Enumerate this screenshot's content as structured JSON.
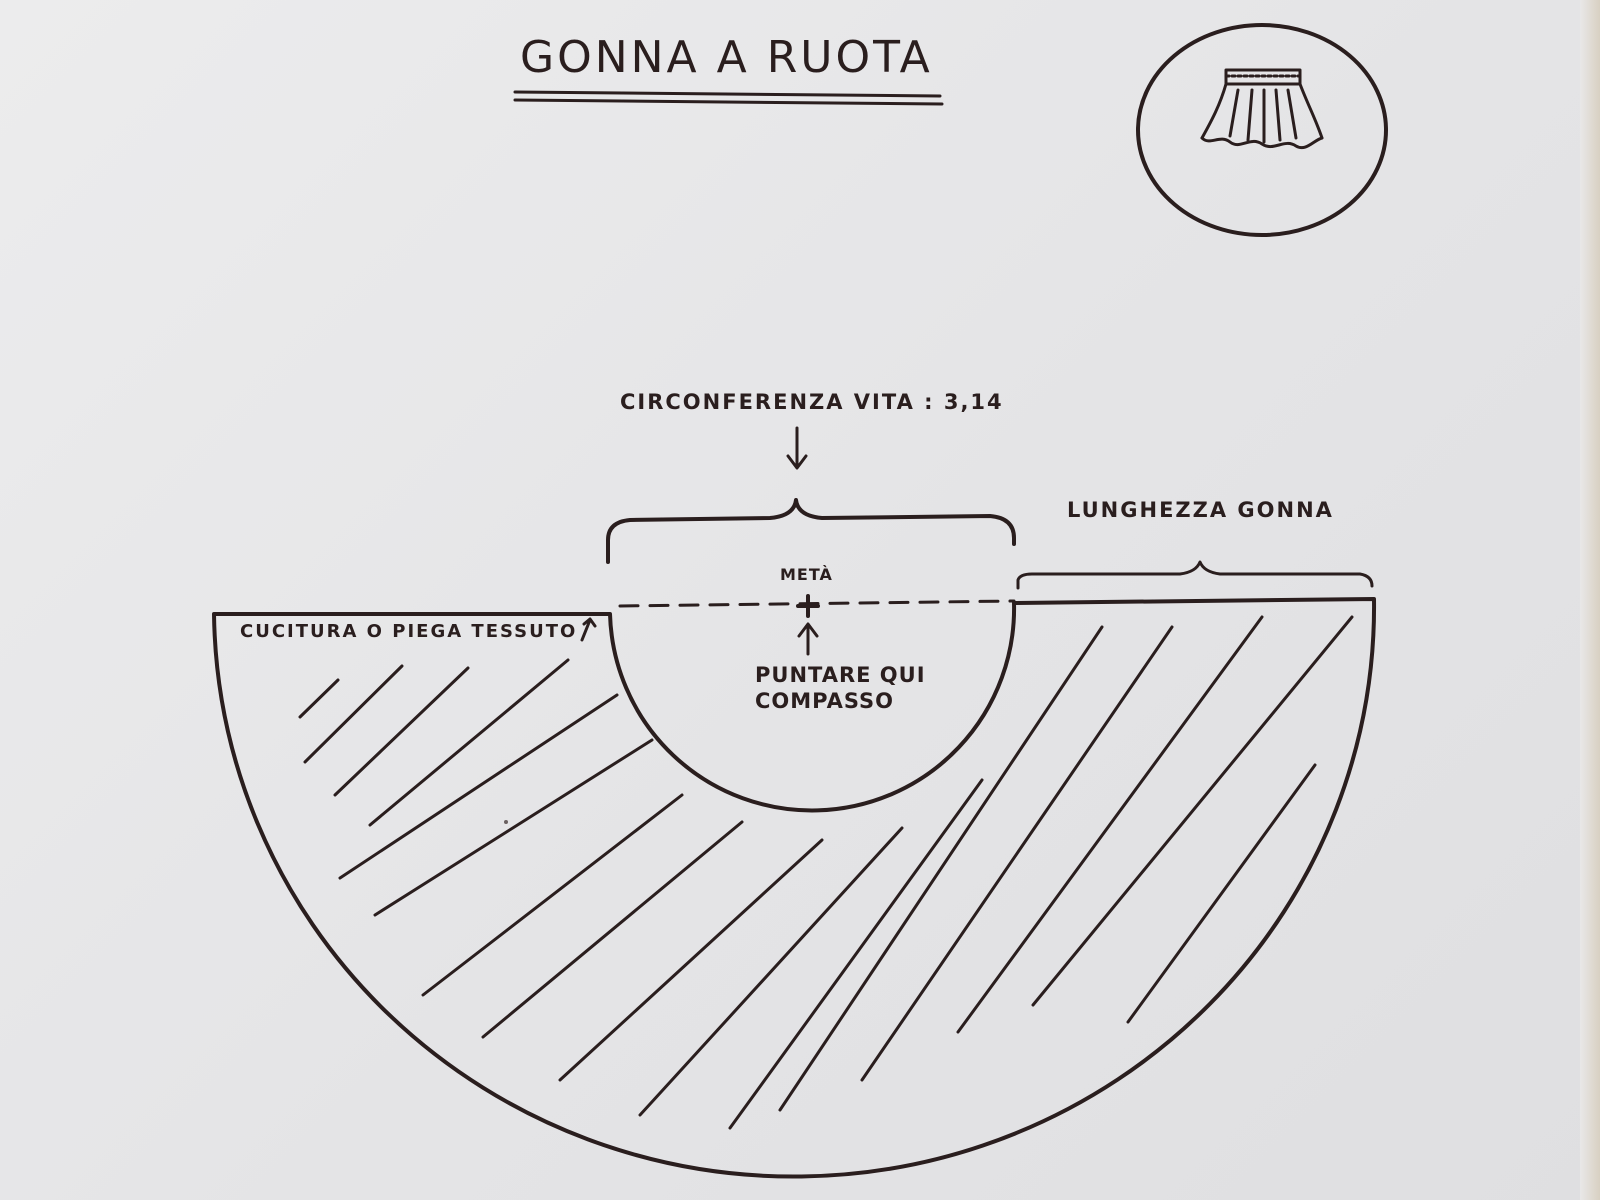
{
  "title": "GONNA A RUOTA",
  "labels": {
    "waist": "CIRCONFERENZA VITA : 3,14",
    "length": "LUNGHEZZA GONNA",
    "half": "METÀ",
    "seam": "CUCITURA O PIEGA TESSUTO",
    "pin_line1": "PUNTARE QUI",
    "pin_line2": "COMPASSO"
  },
  "colors": {
    "ink": "#2a1e1e",
    "paper": "#e8e8e9"
  }
}
